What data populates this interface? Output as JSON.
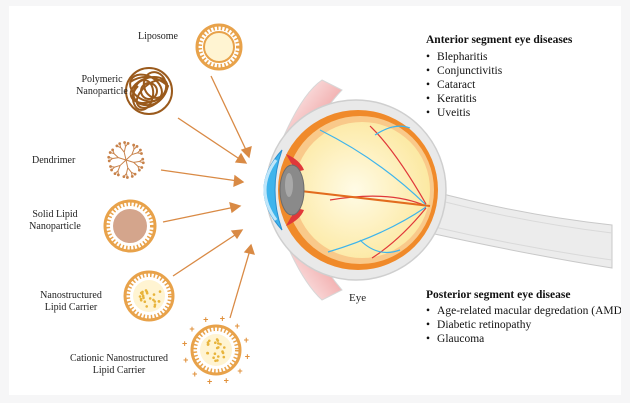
{
  "carriers": [
    {
      "name": "Liposome"
    },
    {
      "name": "Polymeric Nanoparticle"
    },
    {
      "name": "Dendrimer"
    },
    {
      "name": "Solid Lipid Nanoparticle"
    },
    {
      "name": "Nanostructured Lipid Carrier"
    },
    {
      "name": "Cationic Nanostructured Lipid Carrier"
    }
  ],
  "labels": {
    "liposome": "Liposome",
    "polymeric_1": "Polymeric",
    "polymeric_2": "Nanoparticle",
    "dendrimer": "Dendrimer",
    "sln_1": "Solid Lipid",
    "sln_2": "Nanoparticle",
    "nlc_1": "Nanostructured",
    "nlc_2": "Lipid Carrier",
    "cnlc_1": "Cationic Nanostructured",
    "cnlc_2": "Lipid Carrier",
    "eye": "Eye"
  },
  "anterior": {
    "title": "Anterior segment eye diseases",
    "items": [
      "Blepharitis",
      "Conjunctivitis",
      "Cataract",
      "Keratitis",
      "Uveitis"
    ]
  },
  "posterior": {
    "title": "Posterior segment eye disease",
    "items": [
      "Age-related macular degredation (AMD)",
      "Diabetic retinopathy",
      "Glaucoma"
    ]
  },
  "colors": {
    "lipid": "#e8a24a",
    "core": "#fff4d2",
    "polymer": "#9a5a1c",
    "sln_core": "#d4a58c",
    "arrow": "#d98a45",
    "sclera": "#e9e9e9",
    "choroid": "#f08a2a",
    "vitreous": "#fff0b8",
    "cornea": "#3eb4ec",
    "lens": "#8a8a8a",
    "muscle": "#e0383a"
  }
}
